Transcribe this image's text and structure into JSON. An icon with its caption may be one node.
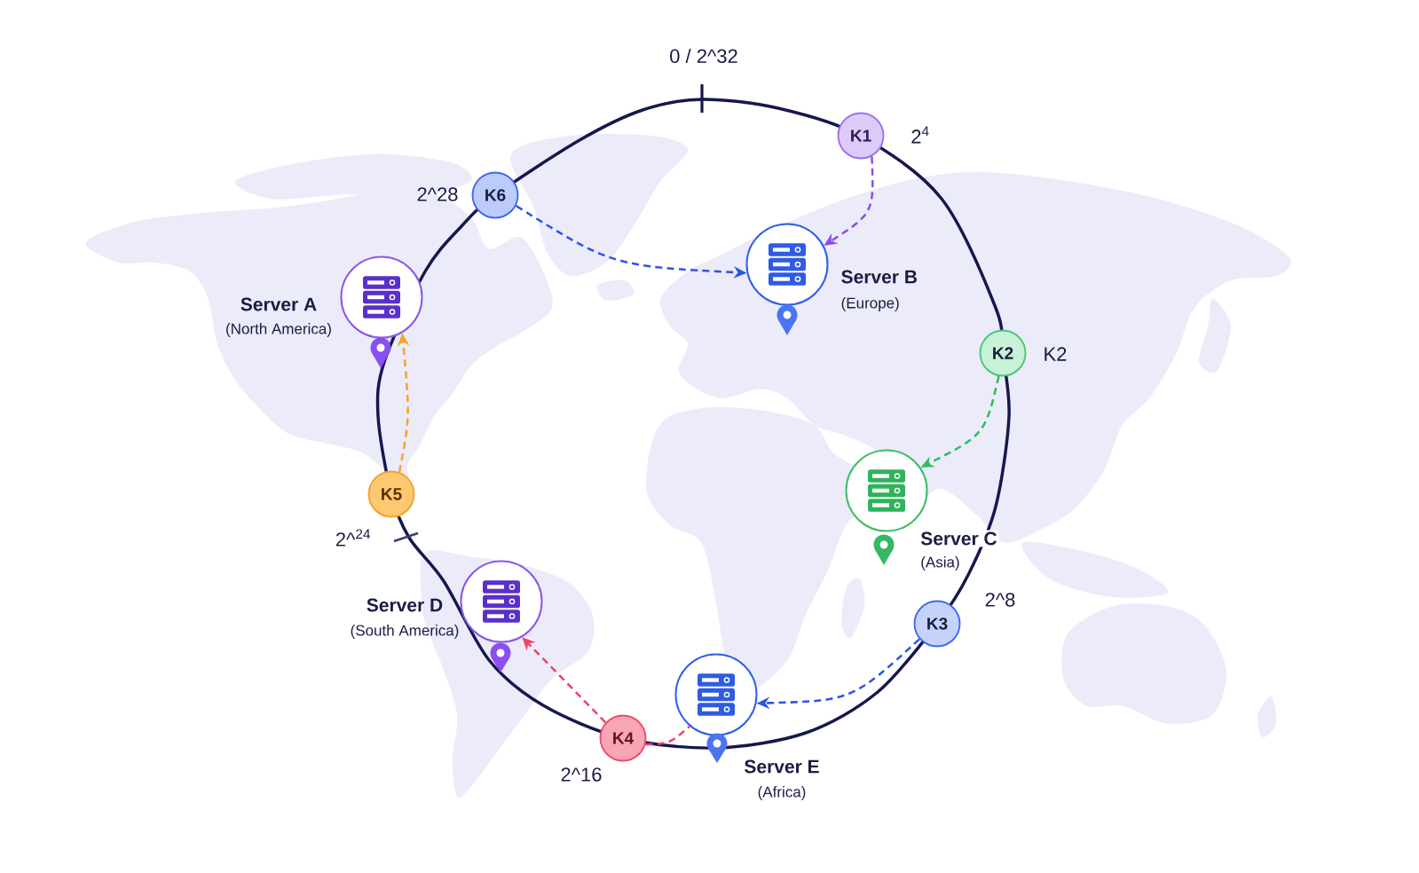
{
  "diagram": {
    "nodes": [
      {
        "text": [
          "Server A",
          "(North America)"
        ]
      },
      {
        "text": [
          "Server B",
          "(Europe)"
        ]
      },
      {
        "text": [
          "Server C",
          "(Asia)"
        ]
      },
      {
        "text": [
          "Server D",
          "(South America)"
        ]
      },
      {
        "text": [
          "Server E",
          "(Africa)"
        ]
      },
      {
        "text": [
          "K1"
        ]
      },
      {
        "text": [
          "K2"
        ]
      },
      {
        "text": [
          "K3"
        ]
      },
      {
        "text": [
          "K4"
        ]
      },
      {
        "text": [
          "K5"
        ]
      },
      {
        "text": [
          "K6"
        ]
      }
    ],
    "edges": [
      {
        "from": 5,
        "to": 1,
        "arrow": "to",
        "style": "dashed",
        "color": "#8b4fe8"
      },
      {
        "from": 10,
        "to": 1,
        "arrow": "to",
        "style": "dashed",
        "color": "#2c55e6"
      },
      {
        "from": 6,
        "to": 2,
        "arrow": "to",
        "style": "dashed",
        "color": "#2fbd5f"
      },
      {
        "from": 7,
        "to": 4,
        "arrow": "to",
        "style": "dashed",
        "color": "#2c55e6"
      },
      {
        "from": 8,
        "to": 3,
        "arrow": "to",
        "style": "dashed",
        "color": "#ef4467"
      },
      {
        "from": 8,
        "to": 4,
        "arrow": "none",
        "style": "dashed",
        "color": "#ef4467"
      },
      {
        "from": 9,
        "to": 0,
        "arrow": "to",
        "style": "dashed",
        "color": "#f3a52a"
      }
    ],
    "labels": [
      "0 / 2^32",
      "2$^{4}$",
      "2^28",
      "K2",
      "2^$^{24}$",
      "2^8",
      "2^16"
    ]
  }
}
